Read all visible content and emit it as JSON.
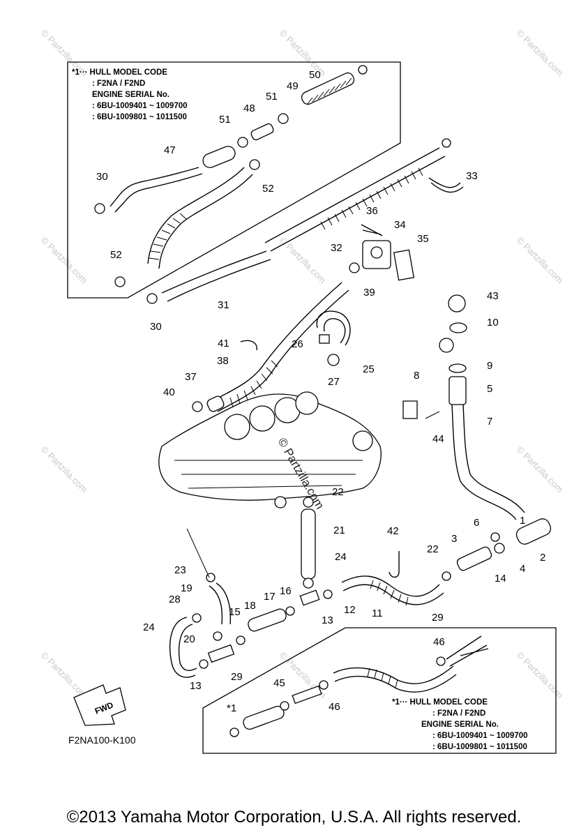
{
  "box_top": {
    "lines": [
      "*1··· HULL MODEL CODE",
      ": F2NA / F2ND",
      "ENGINE SERIAL No.",
      ": 6BU-1009401 ~ 1009700",
      ": 6BU-1009801 ~ 1011500"
    ]
  },
  "box_bottom": {
    "lines": [
      "*1··· HULL MODEL CODE",
      ": F2NA / F2ND",
      "ENGINE SERIAL No.",
      ": 6BU-1009401 ~ 1009700",
      ": 6BU-1009801 ~ 1011500"
    ]
  },
  "callouts": [
    "50",
    "49",
    "51",
    "48",
    "51",
    "47",
    "30",
    "52",
    "33",
    "36",
    "34",
    "35",
    "32",
    "52",
    "31",
    "30",
    "39",
    "43",
    "10",
    "9",
    "5",
    "41",
    "26",
    "25",
    "27",
    "38",
    "37",
    "40",
    "8",
    "7",
    "44",
    "22",
    "21",
    "42",
    "6",
    "3",
    "1",
    "2",
    "4",
    "14",
    "22",
    "24",
    "23",
    "19",
    "16",
    "17",
    "18",
    "15",
    "13",
    "12",
    "11",
    "29",
    "28",
    "24",
    "20",
    "29",
    "13",
    "46",
    "45",
    "46",
    "*1"
  ],
  "watermark": "© Partzilla.com",
  "watermark_center": "© Partzilla.com",
  "fwd_label": "FWD",
  "diagram_code": "F2NA100-K100",
  "copyright": "©2013 Yamaha Motor Corporation, U.S.A. All rights reserved."
}
